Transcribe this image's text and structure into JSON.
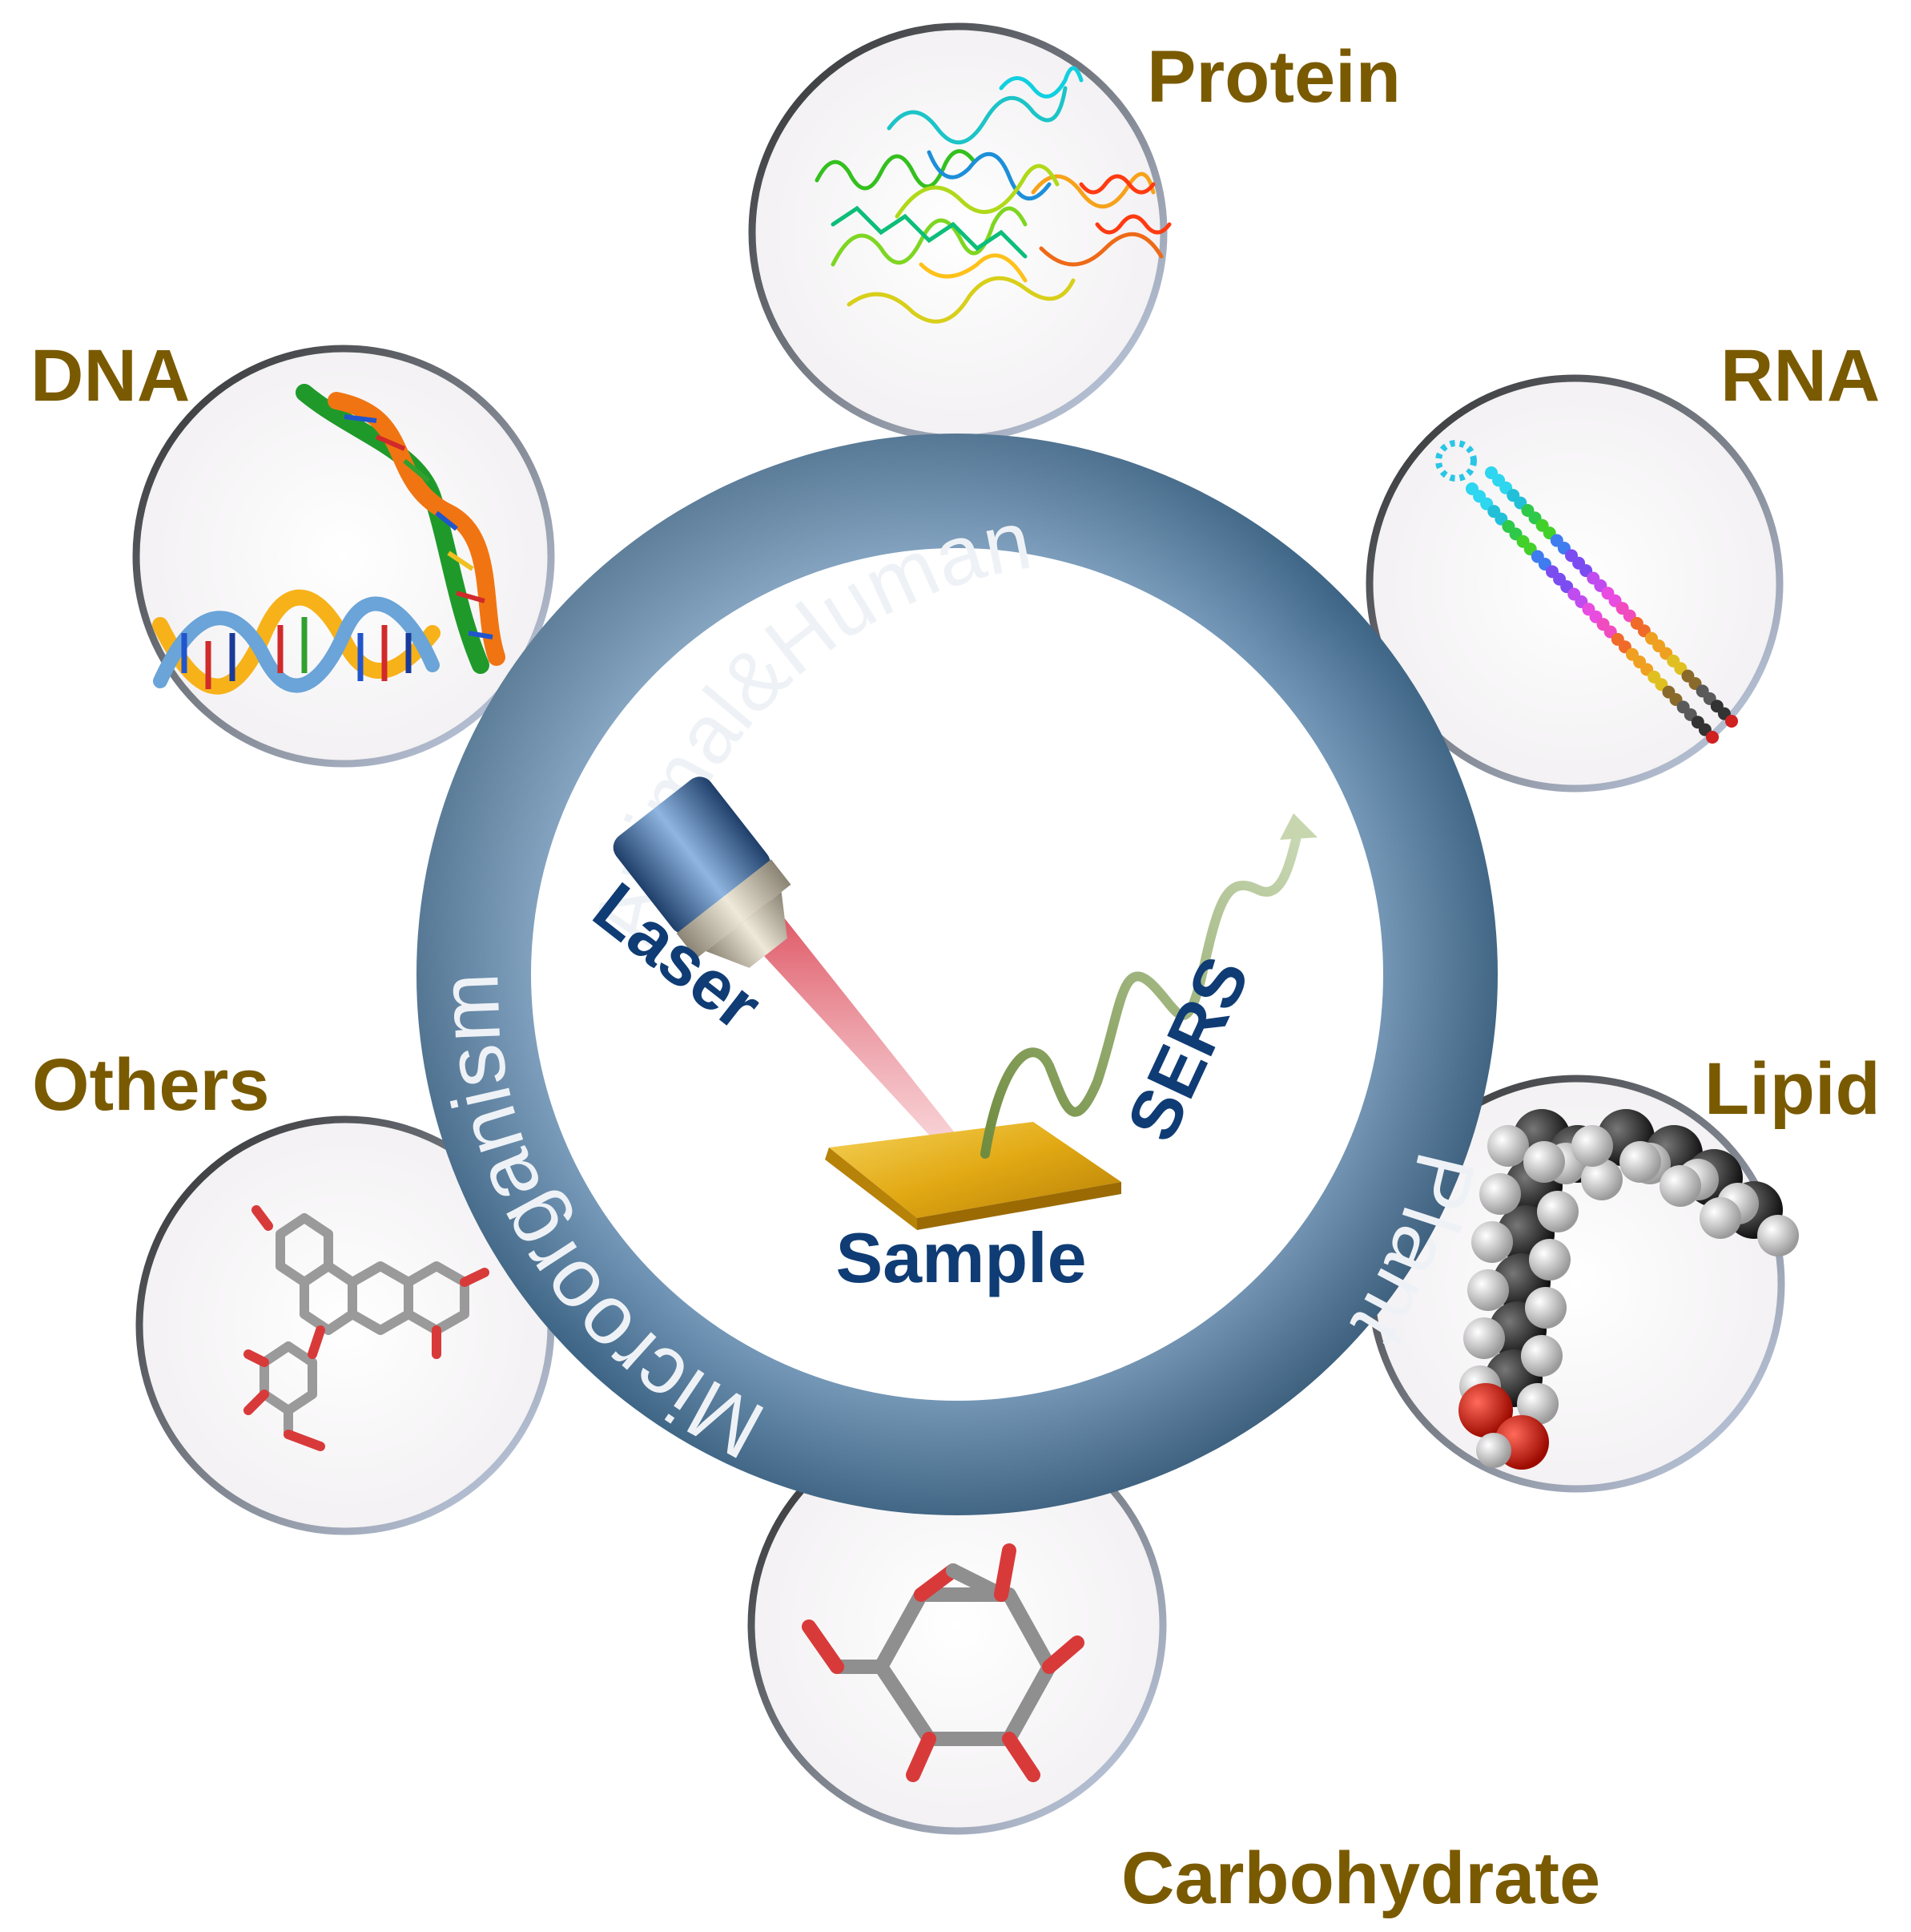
{
  "colors": {
    "label_text": "#7a5a00",
    "ring_dark": "#3e6585",
    "ring_light": "#8fb1cf",
    "ring_text": "#eef2f6",
    "inner_text": "#0f3c74",
    "sample_gold": "#e9b52a",
    "laser_beam": "#e25b6a",
    "sers_wave": "#8aa867"
  },
  "ring": {
    "top": "Animal&Human",
    "left": "Microorganism",
    "right": "Plant"
  },
  "center": {
    "laser": "Laser",
    "sample": "Sample",
    "sers": "SERS"
  },
  "categories": [
    {
      "id": "protein",
      "label": "Protein",
      "icon": "protein-structure-icon"
    },
    {
      "id": "dna",
      "label": "DNA",
      "icon": "dna-helix-icon"
    },
    {
      "id": "rna",
      "label": "RNA",
      "icon": "rna-hairpin-icon"
    },
    {
      "id": "lipid",
      "label": "Lipid",
      "icon": "lipid-molecule-icon"
    },
    {
      "id": "others",
      "label": "Others",
      "icon": "flavonoid-molecule-icon"
    },
    {
      "id": "carbohydrate",
      "label": "Carbohydrate",
      "icon": "carbohydrate-molecule-icon"
    }
  ]
}
